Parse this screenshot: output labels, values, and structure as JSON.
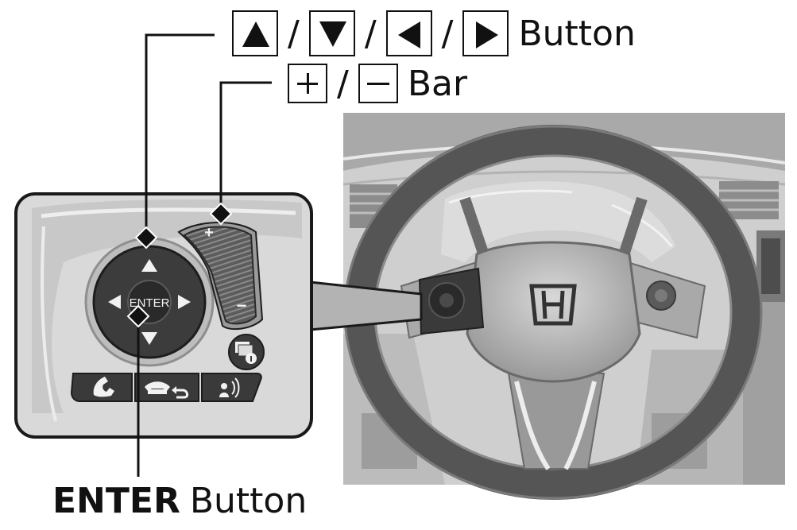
{
  "callouts": {
    "arrows": {
      "slash": "/",
      "suffix": "Button"
    },
    "bar": {
      "slash": "/",
      "suffix": "Bar"
    },
    "enter": {
      "bold": "ENTER",
      "suffix": "Button"
    }
  },
  "panel": {
    "enter_text": "ENTER",
    "plus_text": "+",
    "minus_text": "−"
  },
  "icons": [
    "up-arrow-icon",
    "down-arrow-icon",
    "left-arrow-icon",
    "right-arrow-icon",
    "plus-icon",
    "minus-icon",
    "phone-pickup-icon",
    "phone-hangup-back-icon",
    "voice-command-icon",
    "display-info-icon",
    "honda-logo"
  ],
  "colors": {
    "line": "#111111",
    "panel_bg": "#d9d9d9",
    "photo_bg": "#c9c9c9"
  }
}
